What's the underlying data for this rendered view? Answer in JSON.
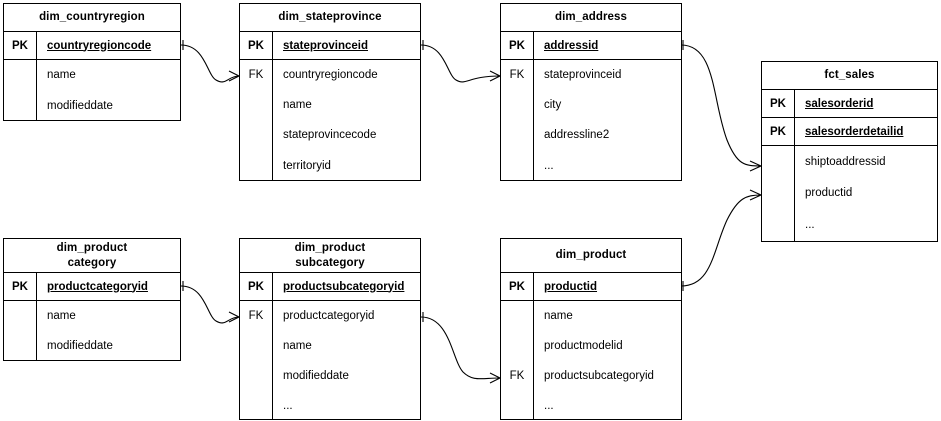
{
  "diagram": {
    "type": "entity-relationship-diagram",
    "background": "#ffffff",
    "line_color": "#000000",
    "entities": [
      {
        "id": "dim_countryregion",
        "title_lines": [
          "dim_countryregion"
        ],
        "pk_rows": [
          {
            "key": "PK",
            "name": "countryregioncode"
          }
        ],
        "body_rows": [
          {
            "key": "",
            "name": "name"
          },
          {
            "key": "",
            "name": "modifieddate"
          }
        ]
      },
      {
        "id": "dim_stateprovince",
        "title_lines": [
          "dim_stateprovince"
        ],
        "pk_rows": [
          {
            "key": "PK",
            "name": "stateprovinceid"
          }
        ],
        "body_rows": [
          {
            "key": "FK",
            "name": "countryregioncode"
          },
          {
            "key": "",
            "name": "name"
          },
          {
            "key": "",
            "name": "stateprovincecode"
          },
          {
            "key": "",
            "name": "territoryid"
          }
        ]
      },
      {
        "id": "dim_address",
        "title_lines": [
          "dim_address"
        ],
        "pk_rows": [
          {
            "key": "PK",
            "name": "addressid"
          }
        ],
        "body_rows": [
          {
            "key": "FK",
            "name": "stateprovinceid"
          },
          {
            "key": "",
            "name": "city"
          },
          {
            "key": "",
            "name": "addressline2"
          },
          {
            "key": "",
            "name": "..."
          }
        ]
      },
      {
        "id": "fct_sales",
        "title_lines": [
          "fct_sales"
        ],
        "pk_rows": [
          {
            "key": "PK",
            "name": "salesorderid"
          },
          {
            "key": "PK",
            "name": "salesorderdetailid"
          }
        ],
        "body_rows": [
          {
            "key": "",
            "name": "shiptoaddressid"
          },
          {
            "key": "",
            "name": "productid"
          },
          {
            "key": "",
            "name": "..."
          }
        ]
      },
      {
        "id": "dim_productcategory",
        "title_lines": [
          "dim_product",
          "category"
        ],
        "pk_rows": [
          {
            "key": "PK",
            "name": "productcategoryid"
          }
        ],
        "body_rows": [
          {
            "key": "",
            "name": "name"
          },
          {
            "key": "",
            "name": "modifieddate"
          }
        ]
      },
      {
        "id": "dim_productsubcategory",
        "title_lines": [
          "dim_product",
          "subcategory"
        ],
        "pk_rows": [
          {
            "key": "PK",
            "name": "productsubcategoryid"
          }
        ],
        "body_rows": [
          {
            "key": "FK",
            "name": "productcategoryid"
          },
          {
            "key": "",
            "name": "name"
          },
          {
            "key": "",
            "name": "modifieddate"
          },
          {
            "key": "",
            "name": "..."
          }
        ]
      },
      {
        "id": "dim_product",
        "title_lines": [
          "dim_product"
        ],
        "pk_rows": [
          {
            "key": "PK",
            "name": "productid"
          }
        ],
        "body_rows": [
          {
            "key": "",
            "name": "name"
          },
          {
            "key": "",
            "name": "productmodelid"
          },
          {
            "key": "FK",
            "name": "productsubcategoryid"
          },
          {
            "key": "",
            "name": "..."
          }
        ]
      }
    ],
    "relationships": [
      {
        "from": "dim_countryregion.countryregioncode",
        "to": "dim_stateprovince.countryregioncode",
        "cardinality": "one-to-many"
      },
      {
        "from": "dim_stateprovince.stateprovinceid",
        "to": "dim_address.stateprovinceid",
        "cardinality": "one-to-many"
      },
      {
        "from": "dim_address.addressid",
        "to": "fct_sales.shiptoaddressid",
        "cardinality": "one-to-many"
      },
      {
        "from": "dim_productcategory.productcategoryid",
        "to": "dim_productsubcategory.productcategoryid",
        "cardinality": "one-to-many"
      },
      {
        "from": "dim_productsubcategory.productsubcategoryid",
        "to": "dim_product.productsubcategoryid",
        "cardinality": "one-to-many"
      },
      {
        "from": "dim_product.productid",
        "to": "fct_sales.productid",
        "cardinality": "one-to-many"
      }
    ]
  },
  "labels": {
    "pk": "PK",
    "fk": "FK"
  }
}
